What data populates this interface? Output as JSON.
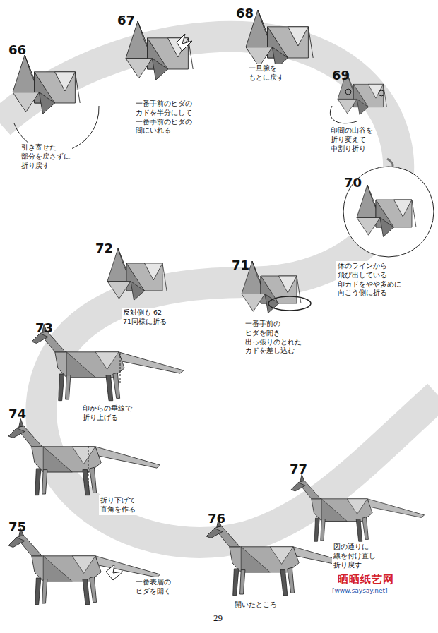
{
  "diagram": {
    "labels": [
      "66",
      "引き寄せた 部分を戻さずに 折り戻す",
      "67",
      "一番手前のヒダの カドを半分にして 一番手前のヒダの 間にいれる",
      "68",
      "一旦腕を もとに戻す",
      "69",
      "印間の山谷を 折り変えて 中割り折り",
      "70",
      "体のラインから 飛び出している 印カドをやや多めに 向こう側に折る",
      "71",
      "一番手前の ヒダを開き 出っ張りのとれた カドを差し込む",
      "72",
      "反対側も 62-71同様に折る",
      "73",
      "印からの垂線で 折り上げる",
      "74",
      "折り下げて 直角を作る",
      "75",
      "一番表層の ヒダを開く",
      "76",
      "開いたところ",
      "77",
      "図の通りに 線を付け直し 折り戻す",
      "29",
      "晒晒纸艺网",
      "[www.saysay.net]"
    ]
  }
}
